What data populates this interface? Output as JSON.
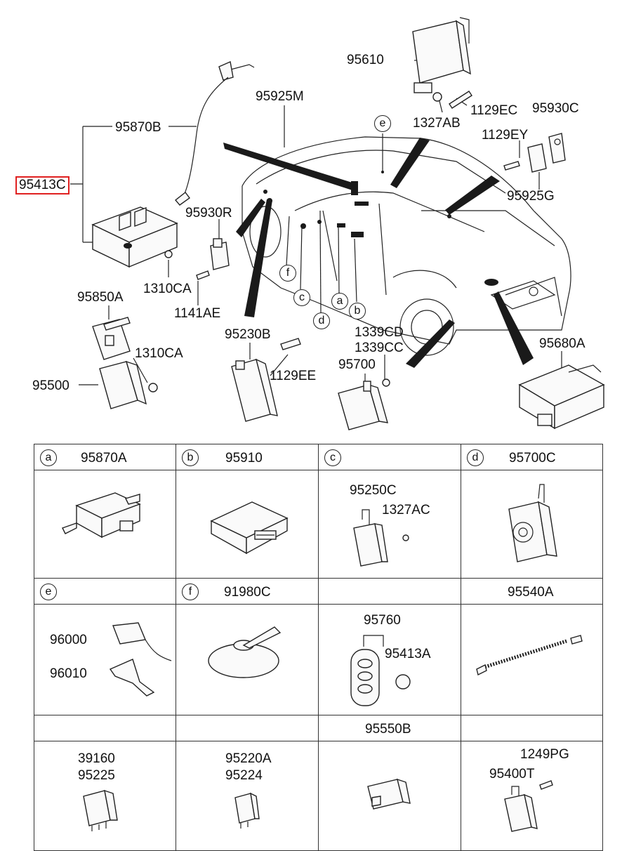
{
  "diagram": {
    "top_labels": {
      "p95610": "95610",
      "p95925M": "95925M",
      "p1129EC": "1129EC",
      "p95930C": "95930C",
      "p1327AB": "1327AB",
      "p1129EY": "1129EY",
      "p95925G": "95925G",
      "p95870B": "95870B",
      "p95413C": "95413C",
      "p95930R": "95930R",
      "p1310CA_top": "1310CA",
      "p1141AE": "1141AE",
      "p95850A": "95850A",
      "p1310CA_mid": "1310CA",
      "p95500": "95500",
      "p95230B": "95230B",
      "p1129EE": "1129EE",
      "p1339CD": "1339CD",
      "p1339CC": "1339CC",
      "p95700": "95700",
      "p95680A": "95680A"
    },
    "callouts": {
      "e": "e",
      "f": "f",
      "c": "c",
      "d": "d",
      "a": "a",
      "b": "b"
    }
  },
  "grid": {
    "row1": [
      {
        "letter": "a",
        "part": "95870A"
      },
      {
        "letter": "b",
        "part": "95910"
      },
      {
        "letter": "c",
        "part": "",
        "items": [
          "95250C",
          "1327AC"
        ]
      },
      {
        "letter": "d",
        "part": "95700C"
      }
    ],
    "row2": [
      {
        "letter": "e",
        "part": "",
        "items": [
          "96000",
          "96010"
        ]
      },
      {
        "letter": "f",
        "part": "91980C"
      },
      {
        "letter": "",
        "part": "",
        "items": [
          "95760",
          "95413A"
        ]
      },
      {
        "letter": "",
        "part": "95540A"
      }
    ],
    "row3": [
      {
        "part": "",
        "items": [
          "39160",
          "95225"
        ]
      },
      {
        "part": "",
        "items": [
          "95220A",
          "95224"
        ]
      },
      {
        "part": "95550B"
      },
      {
        "part": "",
        "items": [
          "1249PG",
          "95400T"
        ]
      }
    ]
  }
}
